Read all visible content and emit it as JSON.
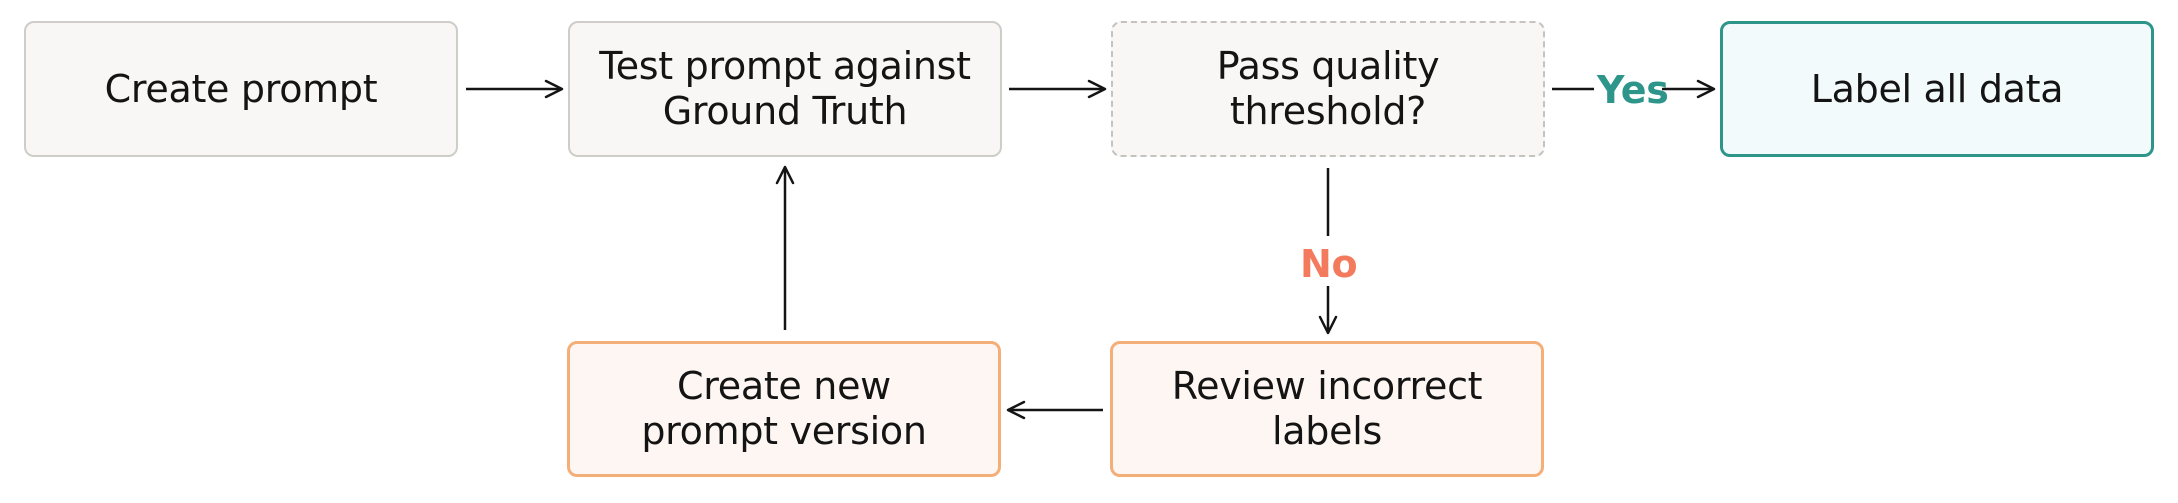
{
  "diagram": {
    "nodes": {
      "create_prompt": "Create prompt",
      "test_prompt": "Test prompt against\nGround Truth",
      "pass_quality": "Pass quality\nthreshold?",
      "label_all": "Label all data",
      "review_labels": "Review incorrect\nlabels",
      "new_version": "Create new\nprompt version"
    },
    "edge_labels": {
      "yes": "Yes",
      "no": "No"
    },
    "colors": {
      "neutral_fill": "#f8f7f5",
      "neutral_border": "#cfcdc8",
      "success": "#2e958b",
      "failure_label": "#f47a5e",
      "rework_border": "#f4ae78",
      "rework_fill": "#fef6f3",
      "arrow": "#141414"
    }
  }
}
